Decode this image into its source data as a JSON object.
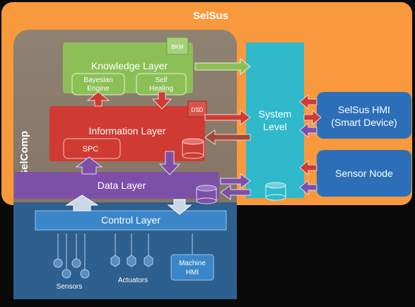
{
  "selsus": {
    "title": "SelSus"
  },
  "selcomp": {
    "title": "SelComp"
  },
  "knowledge": {
    "title": "Knowledge Layer",
    "bkm": "BKM",
    "bayesian": [
      "Bayesian",
      "Engine"
    ],
    "self_healing": [
      "Self",
      "Healing"
    ]
  },
  "information": {
    "title": "Information Layer",
    "dsd": "DSD",
    "spc": "SPC"
  },
  "data_layer": {
    "title": "Data Layer"
  },
  "control": {
    "title": "Control Layer"
  },
  "system_level": {
    "lines": [
      "System",
      "Level"
    ]
  },
  "hmi": {
    "lines": [
      "SelSus HMI",
      "(Smart Device)"
    ]
  },
  "sensor_node": {
    "title": "Sensor Node"
  },
  "bottom": {
    "sensors": "Sensors",
    "actuators": "Actuators",
    "machine_hmi": [
      "Machine",
      "HMI"
    ]
  },
  "colors": {
    "selsus_orange": "#f7993c",
    "selcomp_blue": "#2d5f8f",
    "knowledge_green": "#8cc057",
    "information_red": "#cf3b33",
    "data_purple": "#7d50a8",
    "control_blue": "#3a86c9",
    "system_teal": "#2fb9ca",
    "node_blue": "#2c6fb8"
  }
}
